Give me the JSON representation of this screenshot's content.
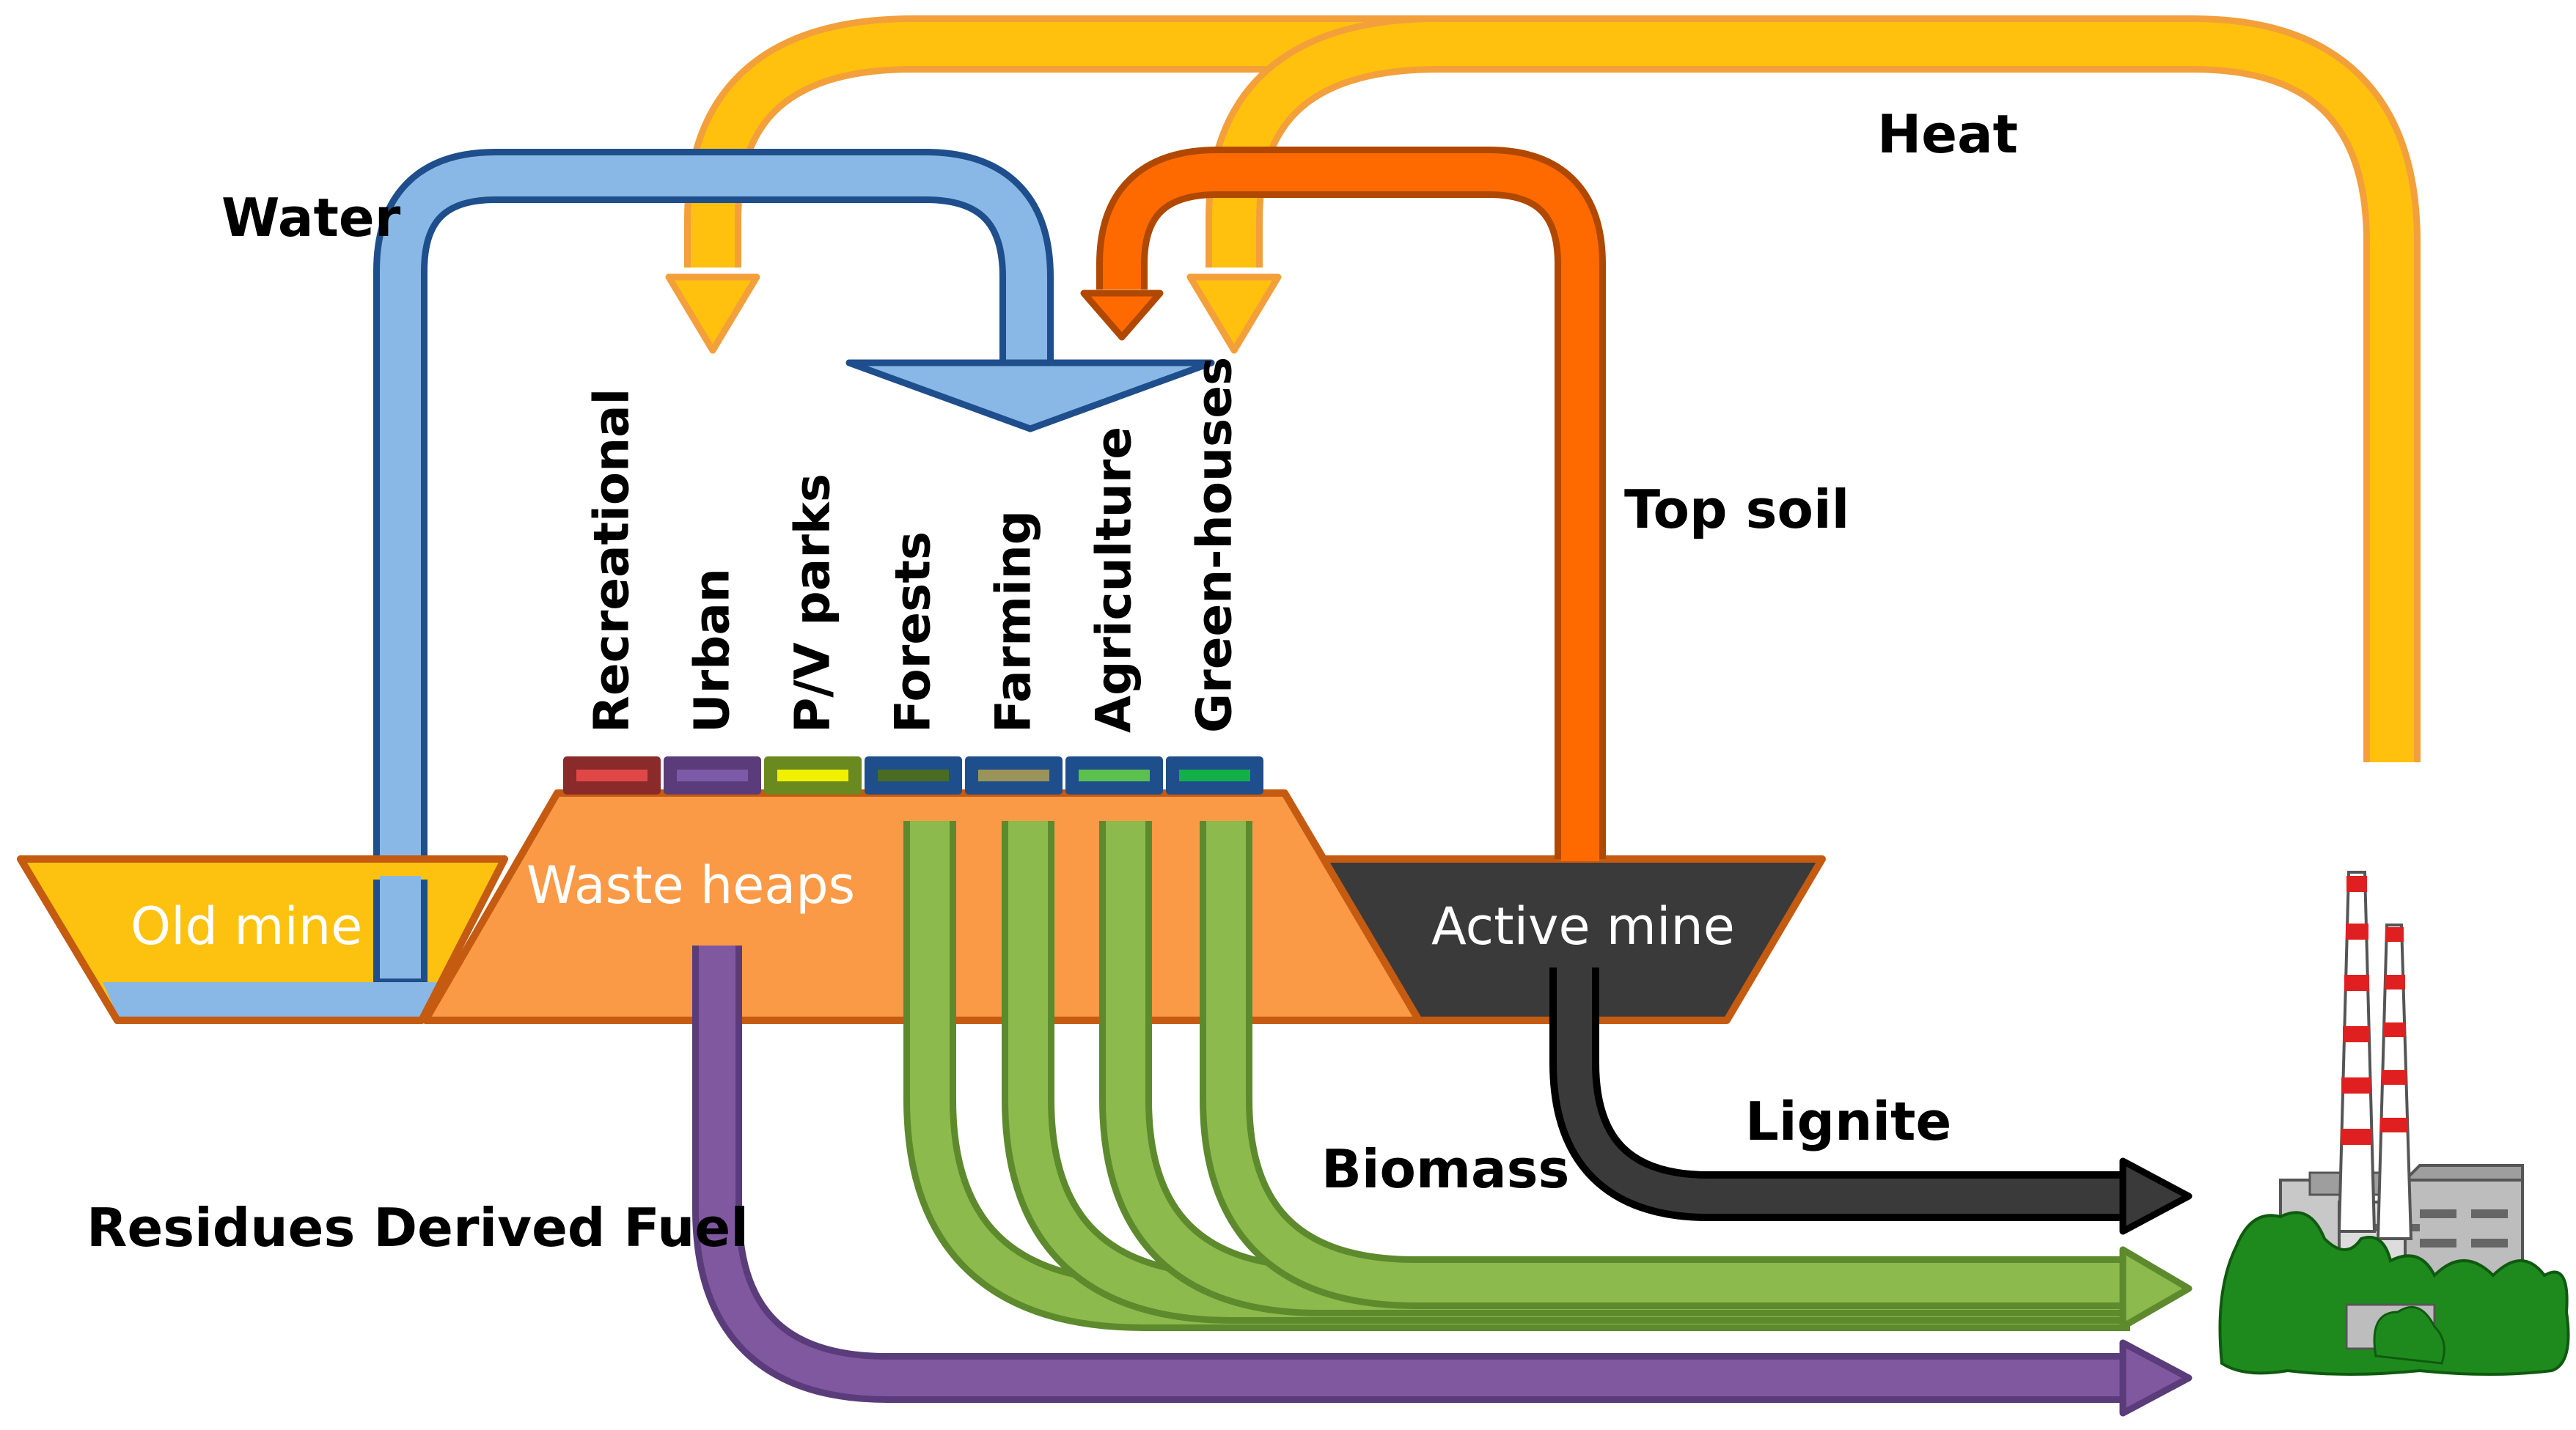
{
  "areas": {
    "old_mine": "Old mine",
    "waste_heaps": "Waste heaps",
    "active_mine": "Active mine"
  },
  "flows": {
    "water": "Water",
    "heat": "Heat",
    "top_soil": "Top soil",
    "biomass": "Biomass",
    "lignite": "Lignite",
    "rdf": "Residues Derived Fuel"
  },
  "land_uses": [
    {
      "label": "Recreational",
      "color": "#e04848"
    },
    {
      "label": "Urban",
      "color": "#7d5aa8"
    },
    {
      "label": "P/V parks",
      "color": "#f0f000"
    },
    {
      "label": "Forests",
      "color": "#4a6b22"
    },
    {
      "label": "Farming",
      "color": "#9a935a"
    },
    {
      "label": "Agriculture",
      "color": "#5cc04e"
    },
    {
      "label": "Green-houses",
      "color": "#12b048"
    }
  ],
  "colors": {
    "water": "#8ab8e6",
    "heat": "#ffc000",
    "top_soil": "#ff6600",
    "biomass": "#8cba4c",
    "lignite": "#000000",
    "rdf": "#8058a0",
    "waste_heaps": "#fb9a46",
    "old_mine": "#fcc20f",
    "active_mine": "#3a3a3a"
  }
}
